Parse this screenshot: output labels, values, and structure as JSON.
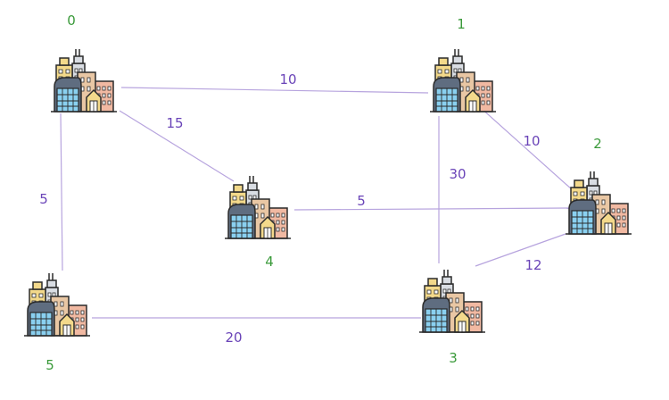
{
  "colors": {
    "edge": "#b7a4de",
    "node_label": "#3a9a3a",
    "weight_label": "#6a44b8",
    "outline": "#2b2b2b",
    "bldg_yellow": "#f3d98b",
    "bldg_pink": "#f1b9a2",
    "bldg_grey": "#d9dde3",
    "window_blue": "#8ad0f0",
    "roof_dark": "#5f6d80"
  },
  "nodes": [
    {
      "id": "0",
      "label": "0",
      "icon": "city-buildings-icon"
    },
    {
      "id": "1",
      "label": "1",
      "icon": "city-buildings-icon"
    },
    {
      "id": "2",
      "label": "2",
      "icon": "city-buildings-icon"
    },
    {
      "id": "3",
      "label": "3",
      "icon": "city-buildings-icon"
    },
    {
      "id": "4",
      "label": "4",
      "icon": "city-buildings-icon"
    },
    {
      "id": "5",
      "label": "5",
      "icon": "city-buildings-icon"
    }
  ],
  "edges": [
    {
      "from": "0",
      "to": "1",
      "weight": "10"
    },
    {
      "from": "0",
      "to": "4",
      "weight": "15"
    },
    {
      "from": "0",
      "to": "5",
      "weight": "5"
    },
    {
      "from": "1",
      "to": "2",
      "weight": "10"
    },
    {
      "from": "1",
      "to": "3",
      "weight": "30"
    },
    {
      "from": "4",
      "to": "2",
      "weight": "5"
    },
    {
      "from": "2",
      "to": "3",
      "weight": "12"
    },
    {
      "from": "5",
      "to": "3",
      "weight": "20"
    }
  ]
}
